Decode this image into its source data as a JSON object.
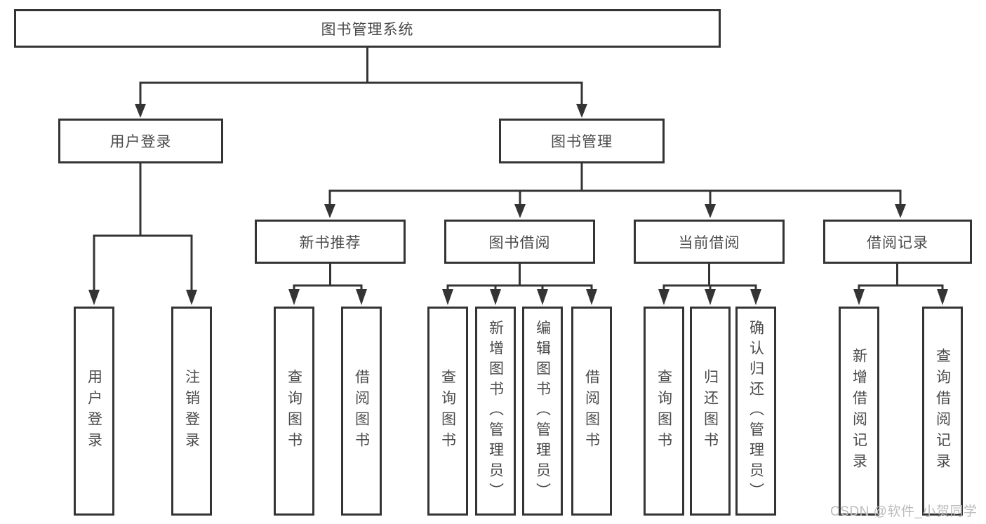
{
  "diagram": {
    "type": "hierarchy-chart",
    "root": {
      "label": "图书管理系统"
    },
    "level2": [
      {
        "label": "用户登录",
        "parent": "图书管理系统"
      },
      {
        "label": "图书管理",
        "parent": "图书管理系统"
      }
    ],
    "level3": [
      {
        "label": "新书推荐",
        "parent": "图书管理"
      },
      {
        "label": "图书借阅",
        "parent": "图书管理"
      },
      {
        "label": "当前借阅",
        "parent": "图书管理"
      },
      {
        "label": "借阅记录",
        "parent": "图书管理"
      }
    ],
    "level4": [
      {
        "label": "用户登录",
        "parent": "用户登录"
      },
      {
        "label": "注销登录",
        "parent": "用户登录"
      },
      {
        "label": "查询图书",
        "parent": "新书推荐"
      },
      {
        "label": "借阅图书",
        "parent": "新书推荐"
      },
      {
        "label": "查询图书",
        "parent": "图书借阅"
      },
      {
        "label": "新增图书（管理员）",
        "parent": "图书借阅"
      },
      {
        "label": "编辑图书（管理员）",
        "parent": "图书借阅"
      },
      {
        "label": "借阅图书",
        "parent": "图书借阅"
      },
      {
        "label": "查询图书",
        "parent": "当前借阅"
      },
      {
        "label": "归还图书",
        "parent": "当前借阅"
      },
      {
        "label": "确认归还（管理员）",
        "parent": "当前借阅"
      },
      {
        "label": "新增借阅记录",
        "parent": "借阅记录"
      },
      {
        "label": "查询借阅记录",
        "parent": "借阅记录"
      }
    ],
    "colors": {
      "line": "#343434",
      "box_border": "#343434",
      "box_fill": "#ffffff",
      "text": "#4a4a4a",
      "background": "#ffffff",
      "watermark": "#bcbcbc"
    }
  },
  "watermark": {
    "text": "CSDN @软件_小贺同学"
  }
}
